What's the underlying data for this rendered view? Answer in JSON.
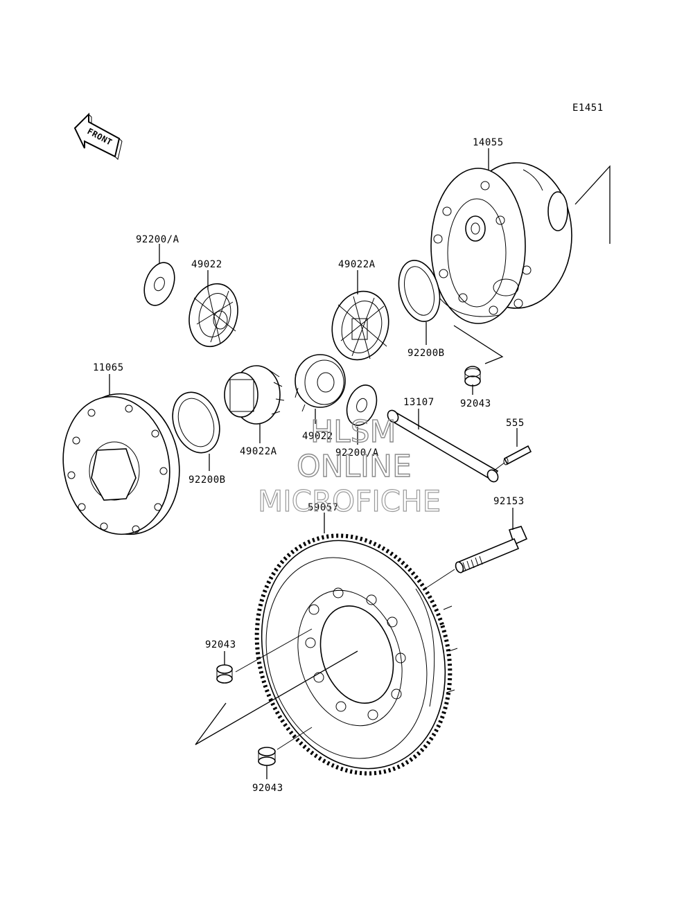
{
  "diagram": {
    "code": "E1451",
    "front_label": "FRONT",
    "labels": {
      "p14055": "14055",
      "p92200a_top": "92200/A",
      "p49022_top": "49022",
      "p49022a_top": "49022A",
      "p92200b_top": "92200B",
      "p92043_top": "92043",
      "p11065": "11065",
      "p49022a_mid": "49022A",
      "p92200b_left": "92200B",
      "p49022_mid": "49022",
      "p92200a_mid": "92200/A",
      "p13107": "13107",
      "p555": "555",
      "p92153": "92153",
      "p59057": "59057",
      "p92043_left": "92043",
      "p92043_bottom": "92043"
    }
  },
  "watermark": {
    "line1": "HLSM",
    "line2": "ONLINE",
    "line3": "MICROFICHE"
  }
}
